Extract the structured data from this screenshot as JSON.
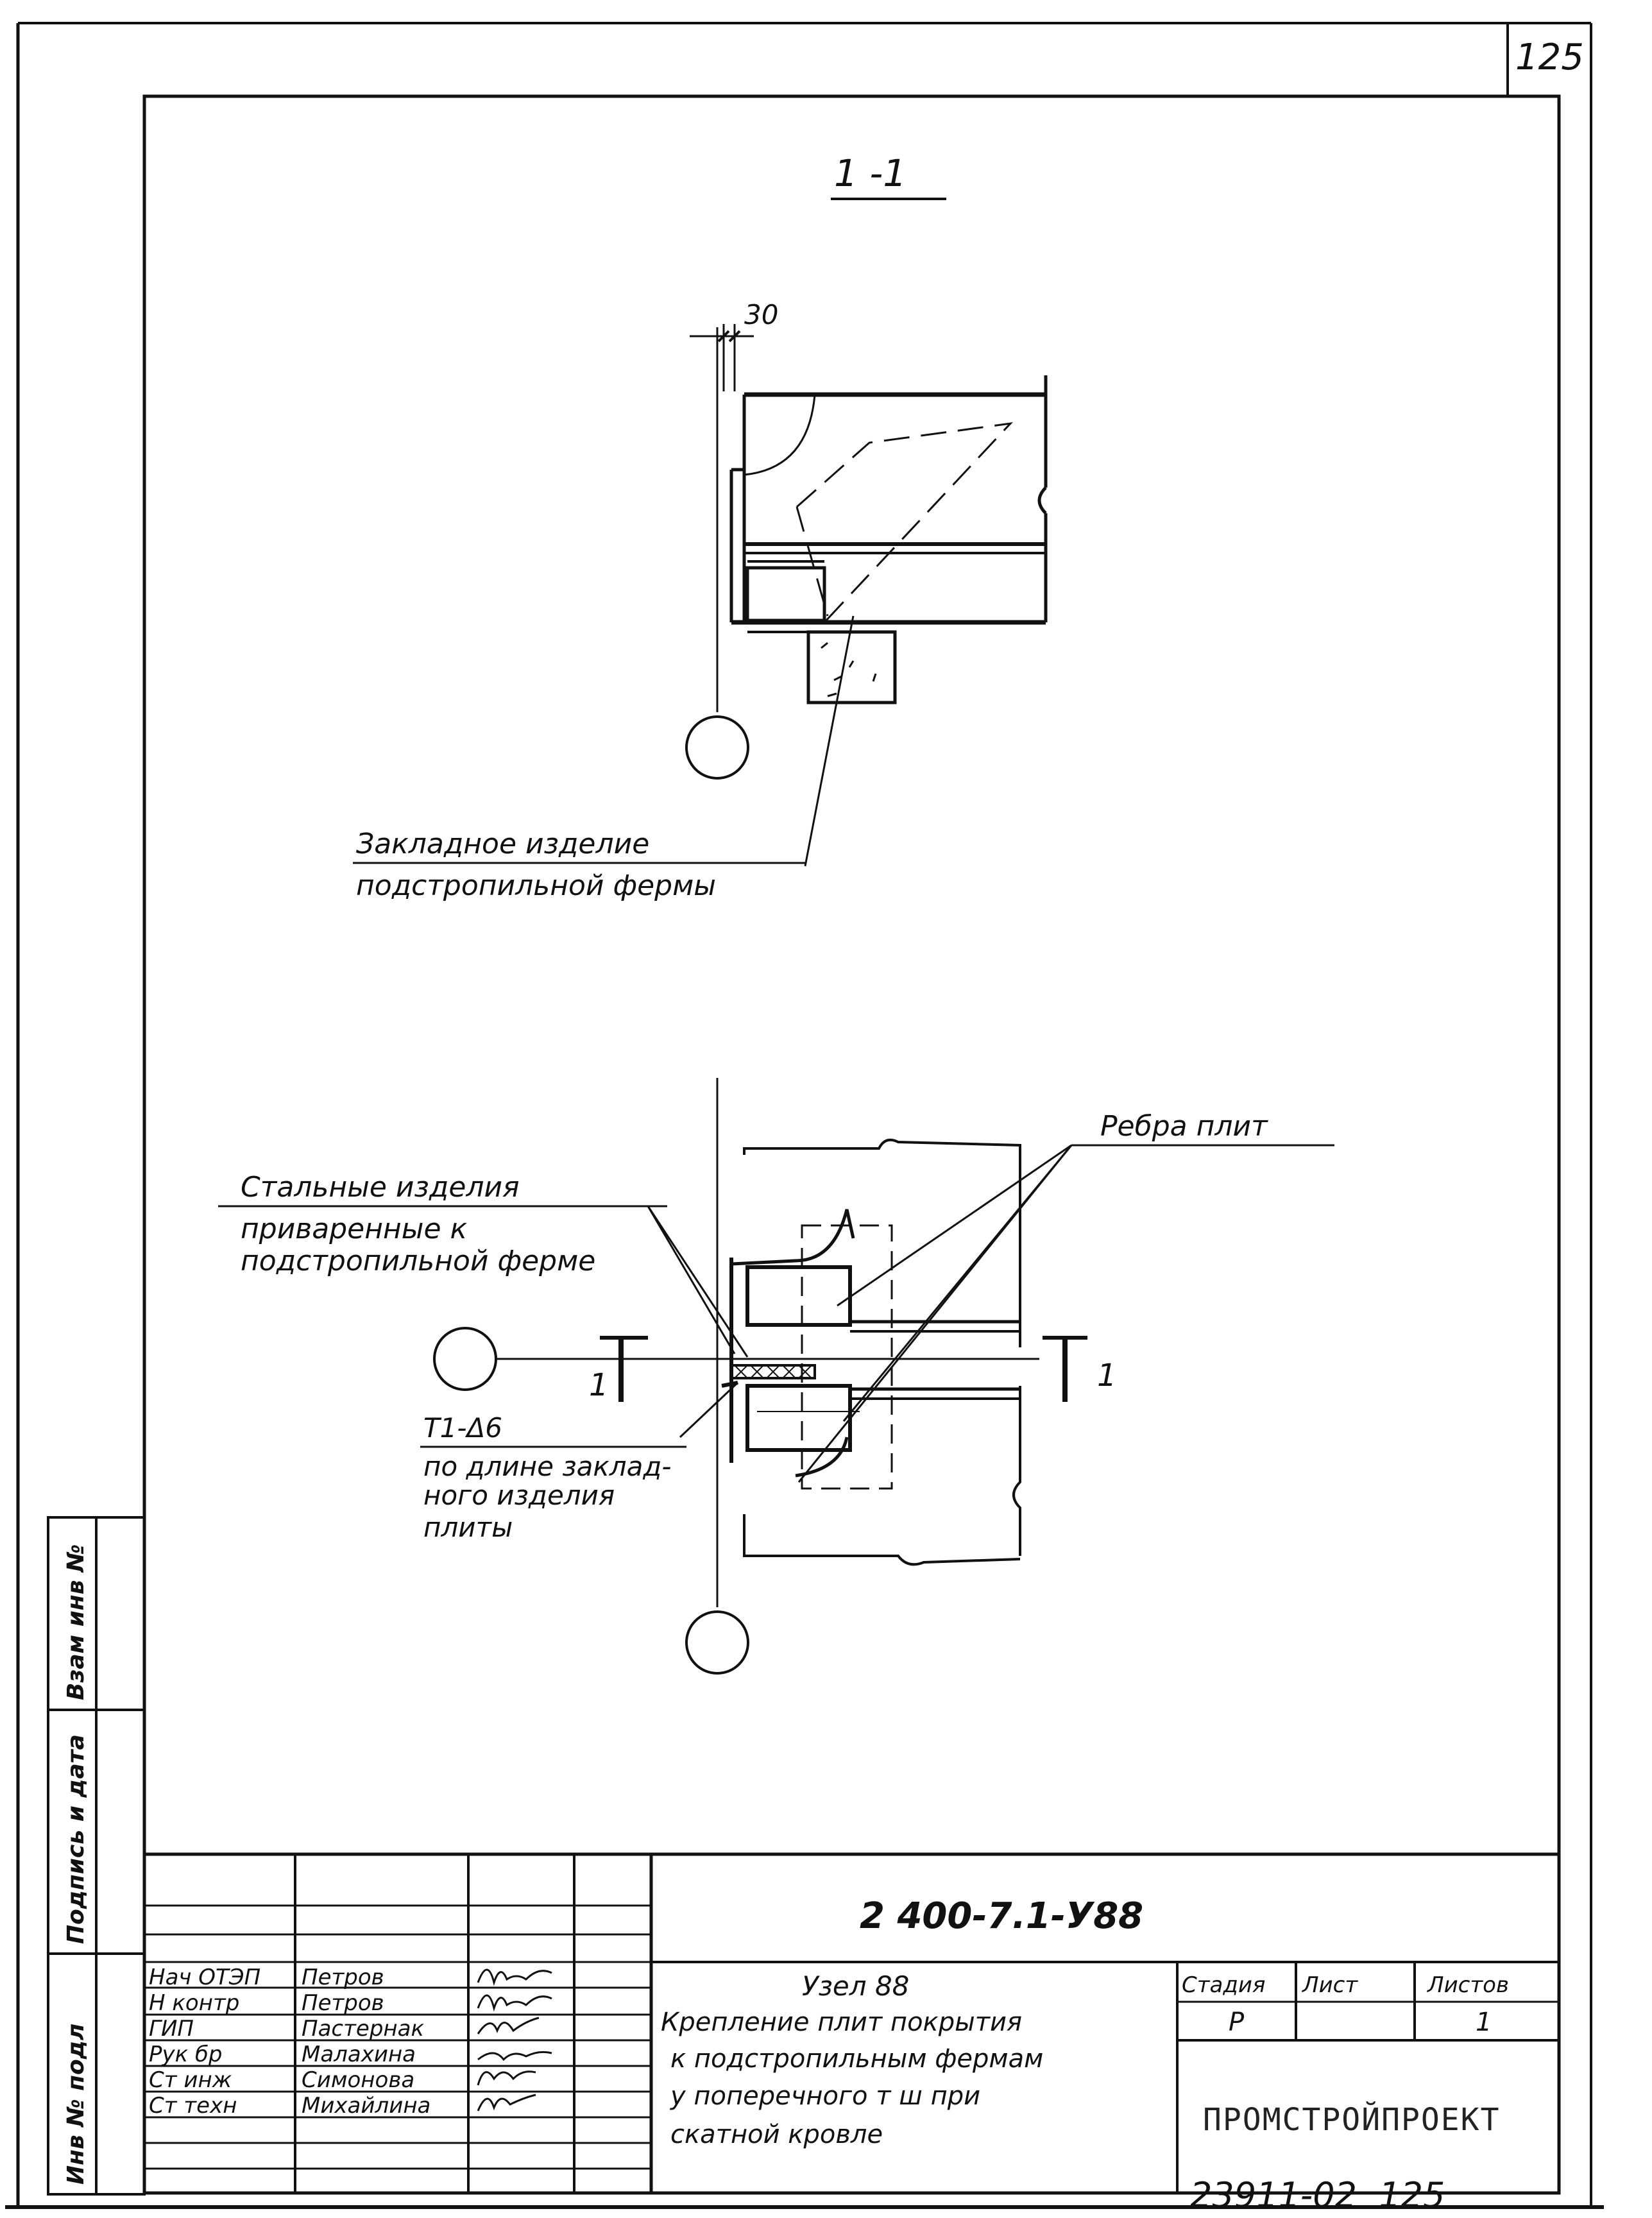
{
  "sheet_corner_number": "125",
  "section_title": "1 -1",
  "dim_30": "30",
  "callouts": {
    "embedded_part": [
      "Закладное изделие",
      "подстропильной фермы"
    ],
    "steel_parts": [
      "Стальные изделия",
      "приваренные к",
      "подстропильной ферме"
    ],
    "plate_ribs": "Ребра плит",
    "weld_symbol": "T1-Δ6",
    "weld_note": [
      "по длине заклад-",
      "ного изделия",
      "плиты"
    ]
  },
  "cut_labels": {
    "left": "1",
    "right": "1"
  },
  "side_stamp": {
    "inv_replace": "Взам инв №",
    "sign_date": "Подпись и дата",
    "inv_orig": "Инв № подл"
  },
  "title_block": {
    "doc_code": "2 400-7.1-У88",
    "title_lines": [
      "Узел 88",
      "Крепление плит покрытия",
      "к подстропильным фермам",
      "у поперечного т ш  при",
      "скатной кровле"
    ],
    "stage_header": "Стадия",
    "sheet_header": "Лист",
    "sheets_header": "Листов",
    "stage_value": "Р",
    "sheet_value": "",
    "sheets_value": "1",
    "organization": "ПРОМСТРОЙПРОЕКТ",
    "roles": [
      {
        "role": "Нач ОТЭП",
        "name": "Петров"
      },
      {
        "role": "Н контр",
        "name": "Петров"
      },
      {
        "role": "ГИП",
        "name": "Пастернак"
      },
      {
        "role": "Рук бр",
        "name": "Малахина"
      },
      {
        "role": "Ст инж",
        "name": "Симонова"
      },
      {
        "role": "Ст техн",
        "name": "Михайлина"
      }
    ]
  },
  "bottom_number": "23911-02  125"
}
